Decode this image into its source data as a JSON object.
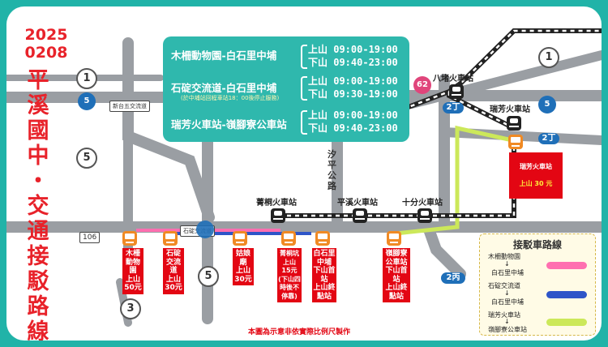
{
  "date": "2025\n0208",
  "title": "平溪國中・交通接駁路線",
  "timetable": {
    "routes": [
      {
        "name": "木柵動物園-白石里中埔",
        "up": "上山 09:00-19:00",
        "down": "下山 09:40-23:00"
      },
      {
        "name": "石碇交流道-白石里中埔",
        "note": "(於中埔站回程車站18：00後停止服務)",
        "up": "上山 09:00-19:00",
        "down": "下山 09:30-19:00"
      },
      {
        "name": "瑞芳火車站-嶺腳寮公車站",
        "up": "上山 09:00-19:00",
        "down": "下山 09:40-23:00"
      }
    ]
  },
  "road_shields": {
    "r1_left": "1",
    "r1_right": "1",
    "r5_a": "5",
    "r5_b": "5",
    "r3": "3",
    "hwy5_left": "5",
    "hwy5_right": "5",
    "r62": "62",
    "r2ding_a": "2丁",
    "r2ding_b": "2丁",
    "r2bing": "2丙",
    "r106": "106"
  },
  "road_signs": {
    "xindian_interchange": "新台五交流道",
    "shiding_interchange": "石碇交流道"
  },
  "road_names": {
    "xiping": "汐平公路"
  },
  "stations": {
    "badu": "八堵火車站",
    "ruifang": "瑞芳火車站",
    "jingtong": "菁桐火車站",
    "pingxi": "平溪火車站",
    "shifen": "十分火車站"
  },
  "bus_stops": [
    {
      "text": "木柵動物園\n上山\n50元"
    },
    {
      "text": "石碇交流道\n上山\n30元"
    },
    {
      "text": "姑娘廟\n上山\n30元"
    },
    {
      "text": "菁桐坑\n上山\n15元\n(下山四時後不停靠)"
    },
    {
      "text": "白石里中埔\n下山首站\n上山終點站"
    },
    {
      "text": "嶺腳寮公車站\n下山首站\n上山終點站"
    }
  ],
  "ruifang_bus": {
    "name": "瑞芳火車站",
    "fare": "上山 30 元"
  },
  "legend": {
    "title": "接駁車路線",
    "items": [
      {
        "from": "木柵動物園",
        "to": "白石里中埔",
        "color": "#ff6fb0"
      },
      {
        "from": "石碇交流道",
        "to": "白石里中埔",
        "color": "#2e55c8"
      },
      {
        "from": "瑞芳火車站",
        "to": "嶺腳寮公車站",
        "color": "#cce85a"
      }
    ],
    "arrow": "↓"
  },
  "disclaimer": "本圖為示意非依實際比例尺製作",
  "colors": {
    "frame": "#21b3a8",
    "title_red": "#e8222a",
    "bus_orange": "#f08a24",
    "pink": "#ff6fb0",
    "blue": "#2e55c8",
    "green": "#cce85a"
  }
}
